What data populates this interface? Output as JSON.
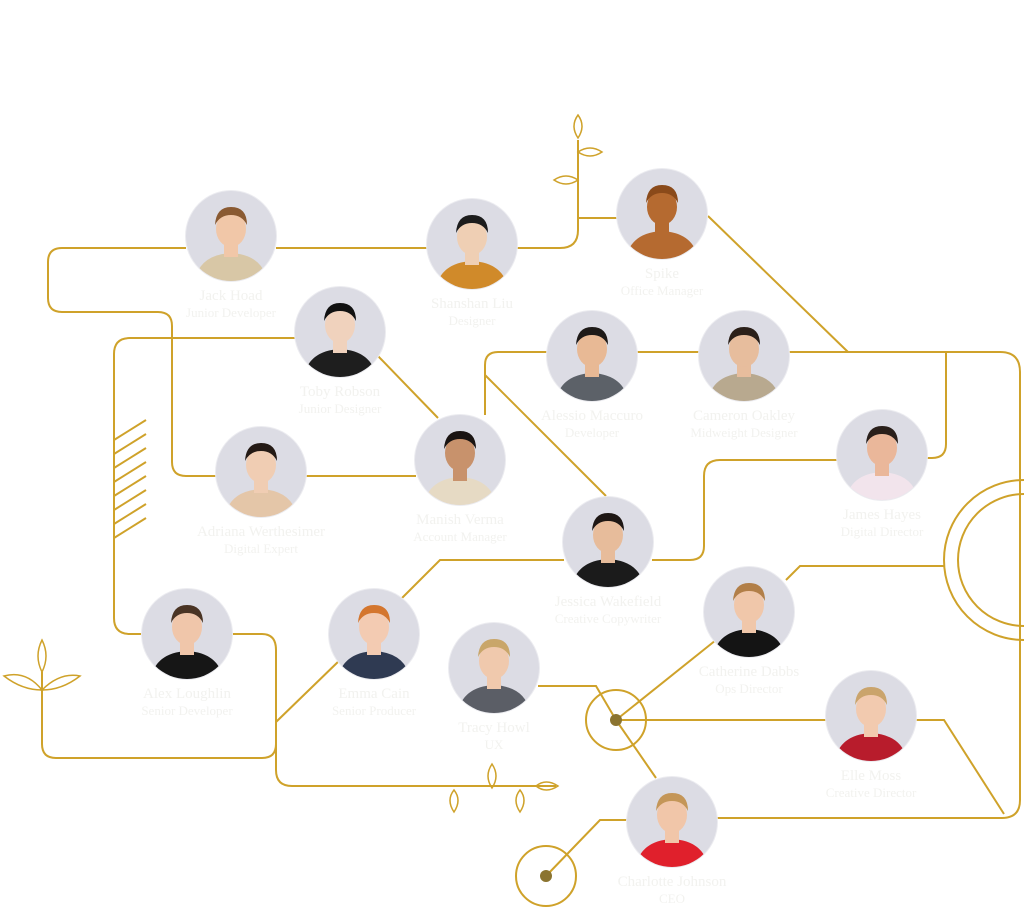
{
  "theme": {
    "line_color": "#cfa22a",
    "avatar_bg": "#dcdce4",
    "text_color": "#f2f2ef"
  },
  "team": [
    {
      "id": "jack-hoad",
      "name": "Jack Hoad",
      "role": "Junior Developer",
      "skin": "#f1c7a8",
      "hair": "#8a5a32",
      "shirt": "#d8c7a6"
    },
    {
      "id": "shanshan-liu",
      "name": "Shanshan Liu",
      "role": "Designer",
      "skin": "#efcfb4",
      "hair": "#1c1c1c",
      "shirt": "#d08a2a"
    },
    {
      "id": "spike",
      "name": "Spike",
      "role": "Office Manager",
      "skin": "#b56a30",
      "hair": "#8a4a1a",
      "shirt": "#b56a30"
    },
    {
      "id": "toby-robson",
      "name": "Toby Robson",
      "role": "Junior Designer",
      "skin": "#f0d2bd",
      "hair": "#111111",
      "shirt": "#1e1e1e"
    },
    {
      "id": "alessio-maccuro",
      "name": "Alessio Maccuro",
      "role": "Developer",
      "skin": "#e8b995",
      "hair": "#1e1a18",
      "shirt": "#5c6168"
    },
    {
      "id": "cameron-oakley",
      "name": "Cameron Oakley",
      "role": "Midweight Designer",
      "skin": "#e7bd9d",
      "hair": "#2b2019",
      "shirt": "#b8a98f"
    },
    {
      "id": "adriana-werthesimer",
      "name": "Adriana Werthesimer",
      "role": "Digital Expert",
      "skin": "#f0cdb3",
      "hair": "#241a15",
      "shirt": "#e4c6a8"
    },
    {
      "id": "manish-verma",
      "name": "Manish Verma",
      "role": "Account Manager",
      "skin": "#c8926c",
      "hair": "#1a1412",
      "shirt": "#e6dac4"
    },
    {
      "id": "james-hayes",
      "name": "James Hayes",
      "role": "Digital Director",
      "skin": "#eab79a",
      "hair": "#2a201b",
      "shirt": "#f2e4ec"
    },
    {
      "id": "jessica-wakefield",
      "name": "Jessica Wakefield",
      "role": "Creative Copywriter",
      "skin": "#e7bc9b",
      "hair": "#1e1714",
      "shirt": "#1b1b1b"
    },
    {
      "id": "alex-loughlin",
      "name": "Alex Loughlin",
      "role": "Senior Developer",
      "skin": "#f0c6aa",
      "hair": "#4a3424",
      "shirt": "#161616"
    },
    {
      "id": "emma-cain",
      "name": "Emma Cain",
      "role": "Senior Producer",
      "skin": "#f3cbb2",
      "hair": "#d4762e",
      "shirt": "#2f3a52"
    },
    {
      "id": "tracy-howl",
      "name": "Tracy Howl",
      "role": "UX",
      "skin": "#f0c9ad",
      "hair": "#c9a66a",
      "shirt": "#5b5e66"
    },
    {
      "id": "catherine-dabbs",
      "name": "Catherine Dabbs",
      "role": "Ops Director",
      "skin": "#f0c7aa",
      "hair": "#b27f48",
      "shirt": "#141414"
    },
    {
      "id": "elle-moss",
      "name": "Elle Moss",
      "role": "Creative Director",
      "skin": "#f2caaf",
      "hair": "#caa46c",
      "shirt": "#b81c2c"
    },
    {
      "id": "charlotte-johnson",
      "name": "Charlotte Johnson",
      "role": "CEO",
      "skin": "#f1c6a9",
      "hair": "#c49658",
      "shirt": "#e0202c"
    }
  ]
}
